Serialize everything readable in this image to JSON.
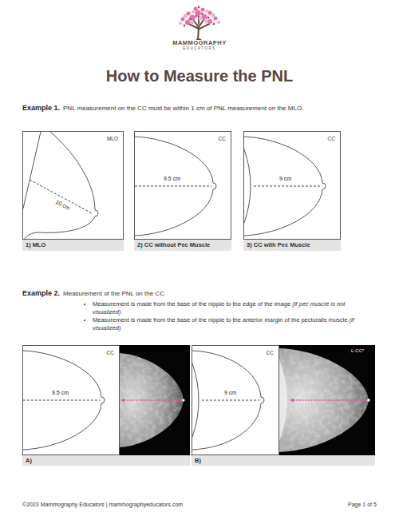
{
  "diagram": {
    "title": "How to Measure the PNL",
    "nodes": [
      {
        "text": [
          "MLO",
          "10 cm"
        ]
      },
      {
        "text": [
          "1) MLO"
        ]
      },
      {
        "text": [
          "CC",
          "9.5 cm"
        ]
      },
      {
        "text": [
          "2) CC without Pec Muscle"
        ]
      },
      {
        "text": [
          "CC",
          "9 cm"
        ]
      },
      {
        "text": [
          "3) CC with Pec Muscle"
        ]
      },
      {
        "text": [
          "CC",
          "9.5 cm"
        ]
      },
      {
        "text": [
          "A)"
        ]
      },
      {
        "text": [
          "CC",
          "9 cm"
        ]
      },
      {
        "text": [
          "B)"
        ]
      }
    ],
    "labels": [
      "MAMMOGRAPHY",
      "EDUCATORS",
      "Example 1.",
      "PNL measurement on the CC must be within 1 cm of PNL measurement on the MLO.",
      "Example 2.",
      "Measurement of the PNL on the CC",
      "Measurement is made from the base of the nipple to the edge of the image",
      "(if pec muscle is not visualized)",
      "Measurement is made from the base of the nipple to the anterior margin of the pectoralis muscle",
      "(if visualized)",
      "L-CC*",
      "©2023 Mammography Educators | mammographyeducators.com",
      "Page 1 of 5"
    ]
  }
}
